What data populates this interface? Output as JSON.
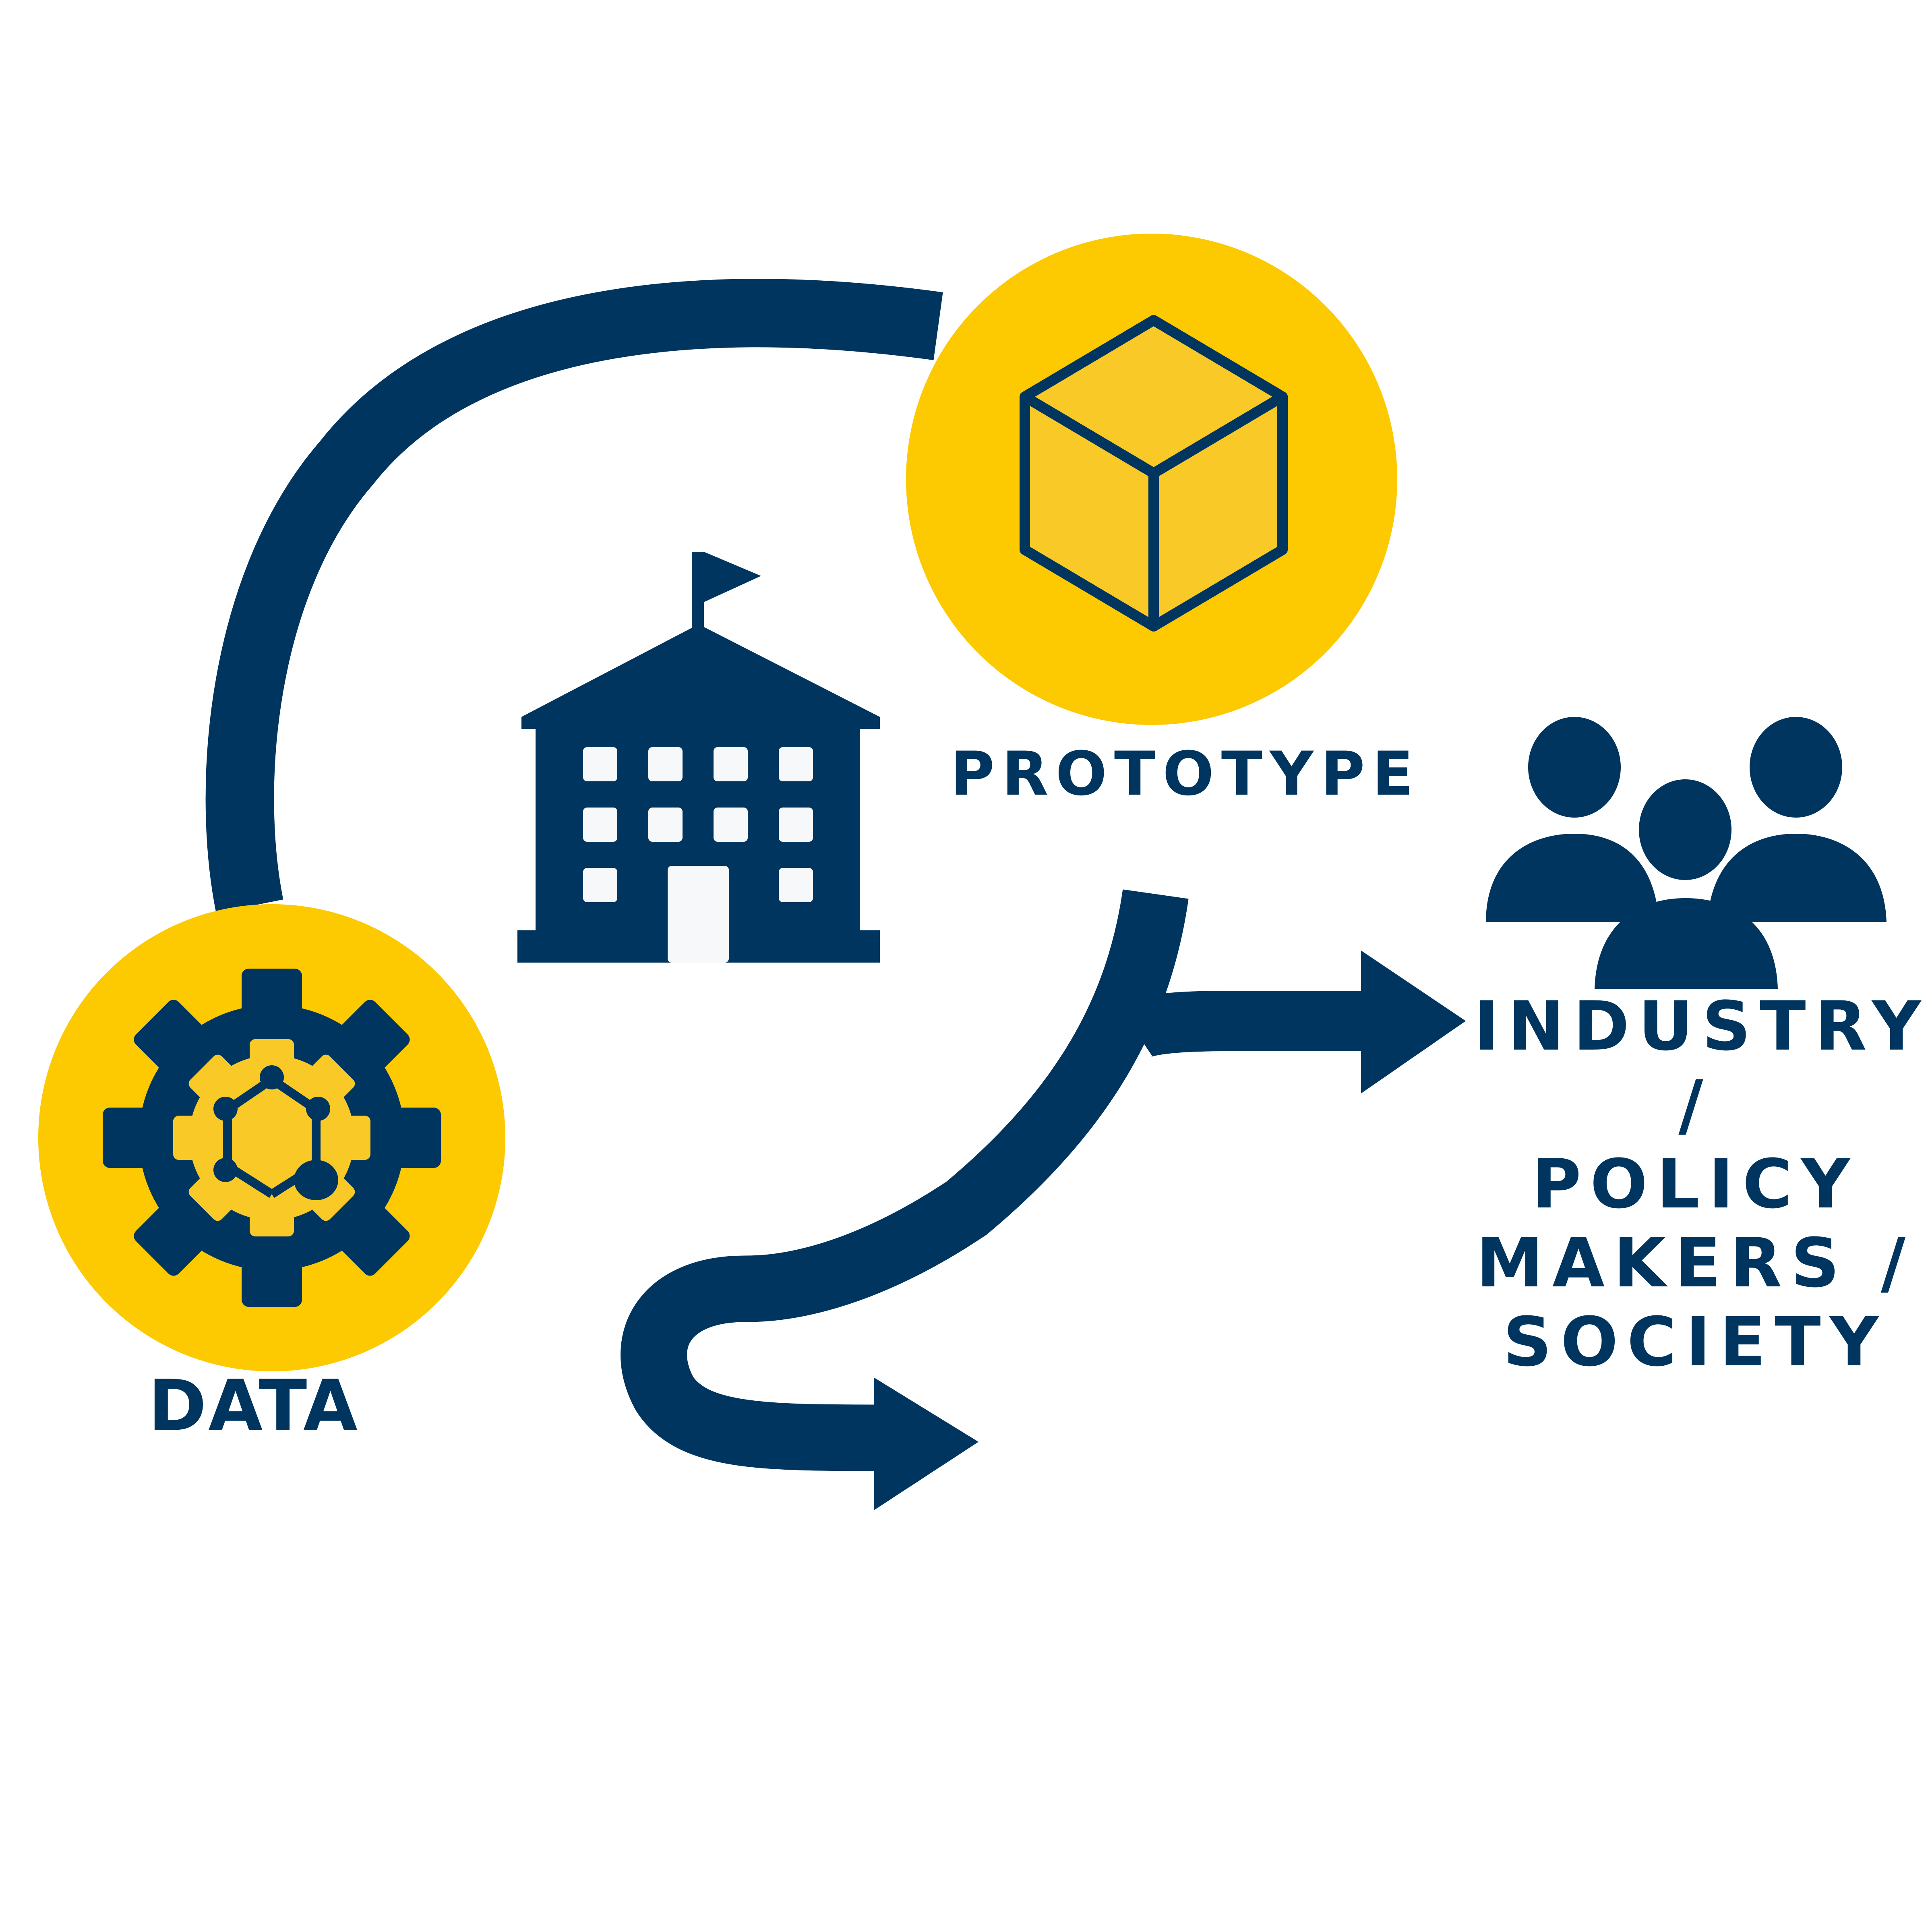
{
  "labels": {
    "data": "DATA",
    "prototype": "PROTOTYPE",
    "stakeholders_lines": [
      "INDUSTRY /",
      "POLICY",
      "MAKERS /",
      "SOCIETY"
    ]
  },
  "icons": {
    "data_node": "gear-network-icon",
    "prototype_node": "cube-icon",
    "center": "university-building-icon",
    "stakeholders": "people-group-icon"
  },
  "colors": {
    "navy": "#00355f",
    "yellow": "#fdc900",
    "light_yellow": "#f9c927",
    "window": "#f7f8f9"
  }
}
